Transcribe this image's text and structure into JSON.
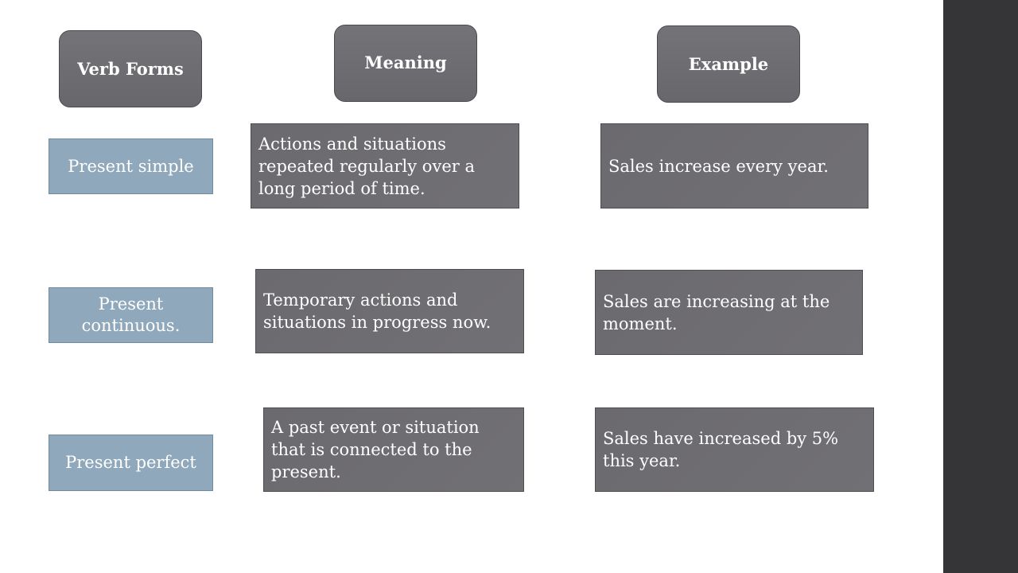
{
  "headers": {
    "verb_forms": "Verb Forms",
    "meaning": "Meaning",
    "example": "Example"
  },
  "rows": [
    {
      "form": "Present simple",
      "meaning": "Actions and situations repeated regularly over a long period of time.",
      "example": "Sales increase every year."
    },
    {
      "form": "Present continuous.",
      "meaning": "Temporary actions and situations in progress now.",
      "example": "Sales are increasing at the moment."
    },
    {
      "form": "Present perfect",
      "meaning": "A past event or situation that is connected to the present.",
      "example": "Sales have increased by 5% this year."
    }
  ],
  "colors": {
    "header_fill": "#6f6e72",
    "form_fill": "#8fa8bb",
    "cell_fill": "#6e6d71",
    "sidebar": "#353537",
    "text": "#ffffff"
  }
}
